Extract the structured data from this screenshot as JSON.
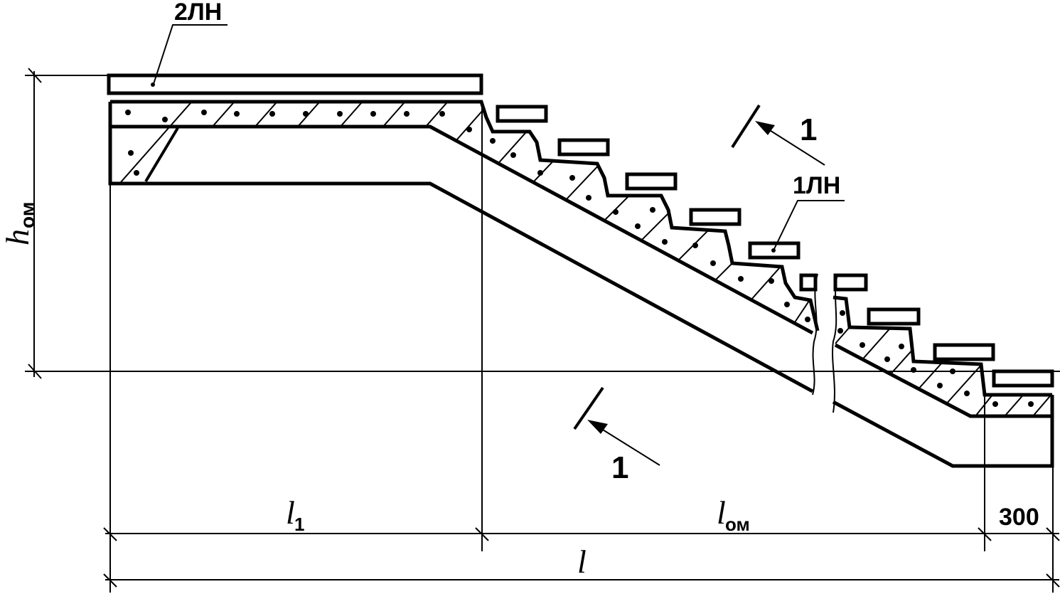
{
  "labels": {
    "landing_slab_mark": "2ЛН",
    "flight_slab_mark": "1ЛН",
    "section_mark_top": "1",
    "section_mark_bottom": "1",
    "height_symbol": "h",
    "height_subscript": "ом",
    "length_1_symbol": "l",
    "length_1_subscript": "1",
    "length_flight_symbol": "l",
    "length_flight_subscript": "ом",
    "total_length_symbol": "l",
    "support_dimension": "300"
  },
  "colors": {
    "line": "#000000",
    "background": "#ffffff"
  }
}
